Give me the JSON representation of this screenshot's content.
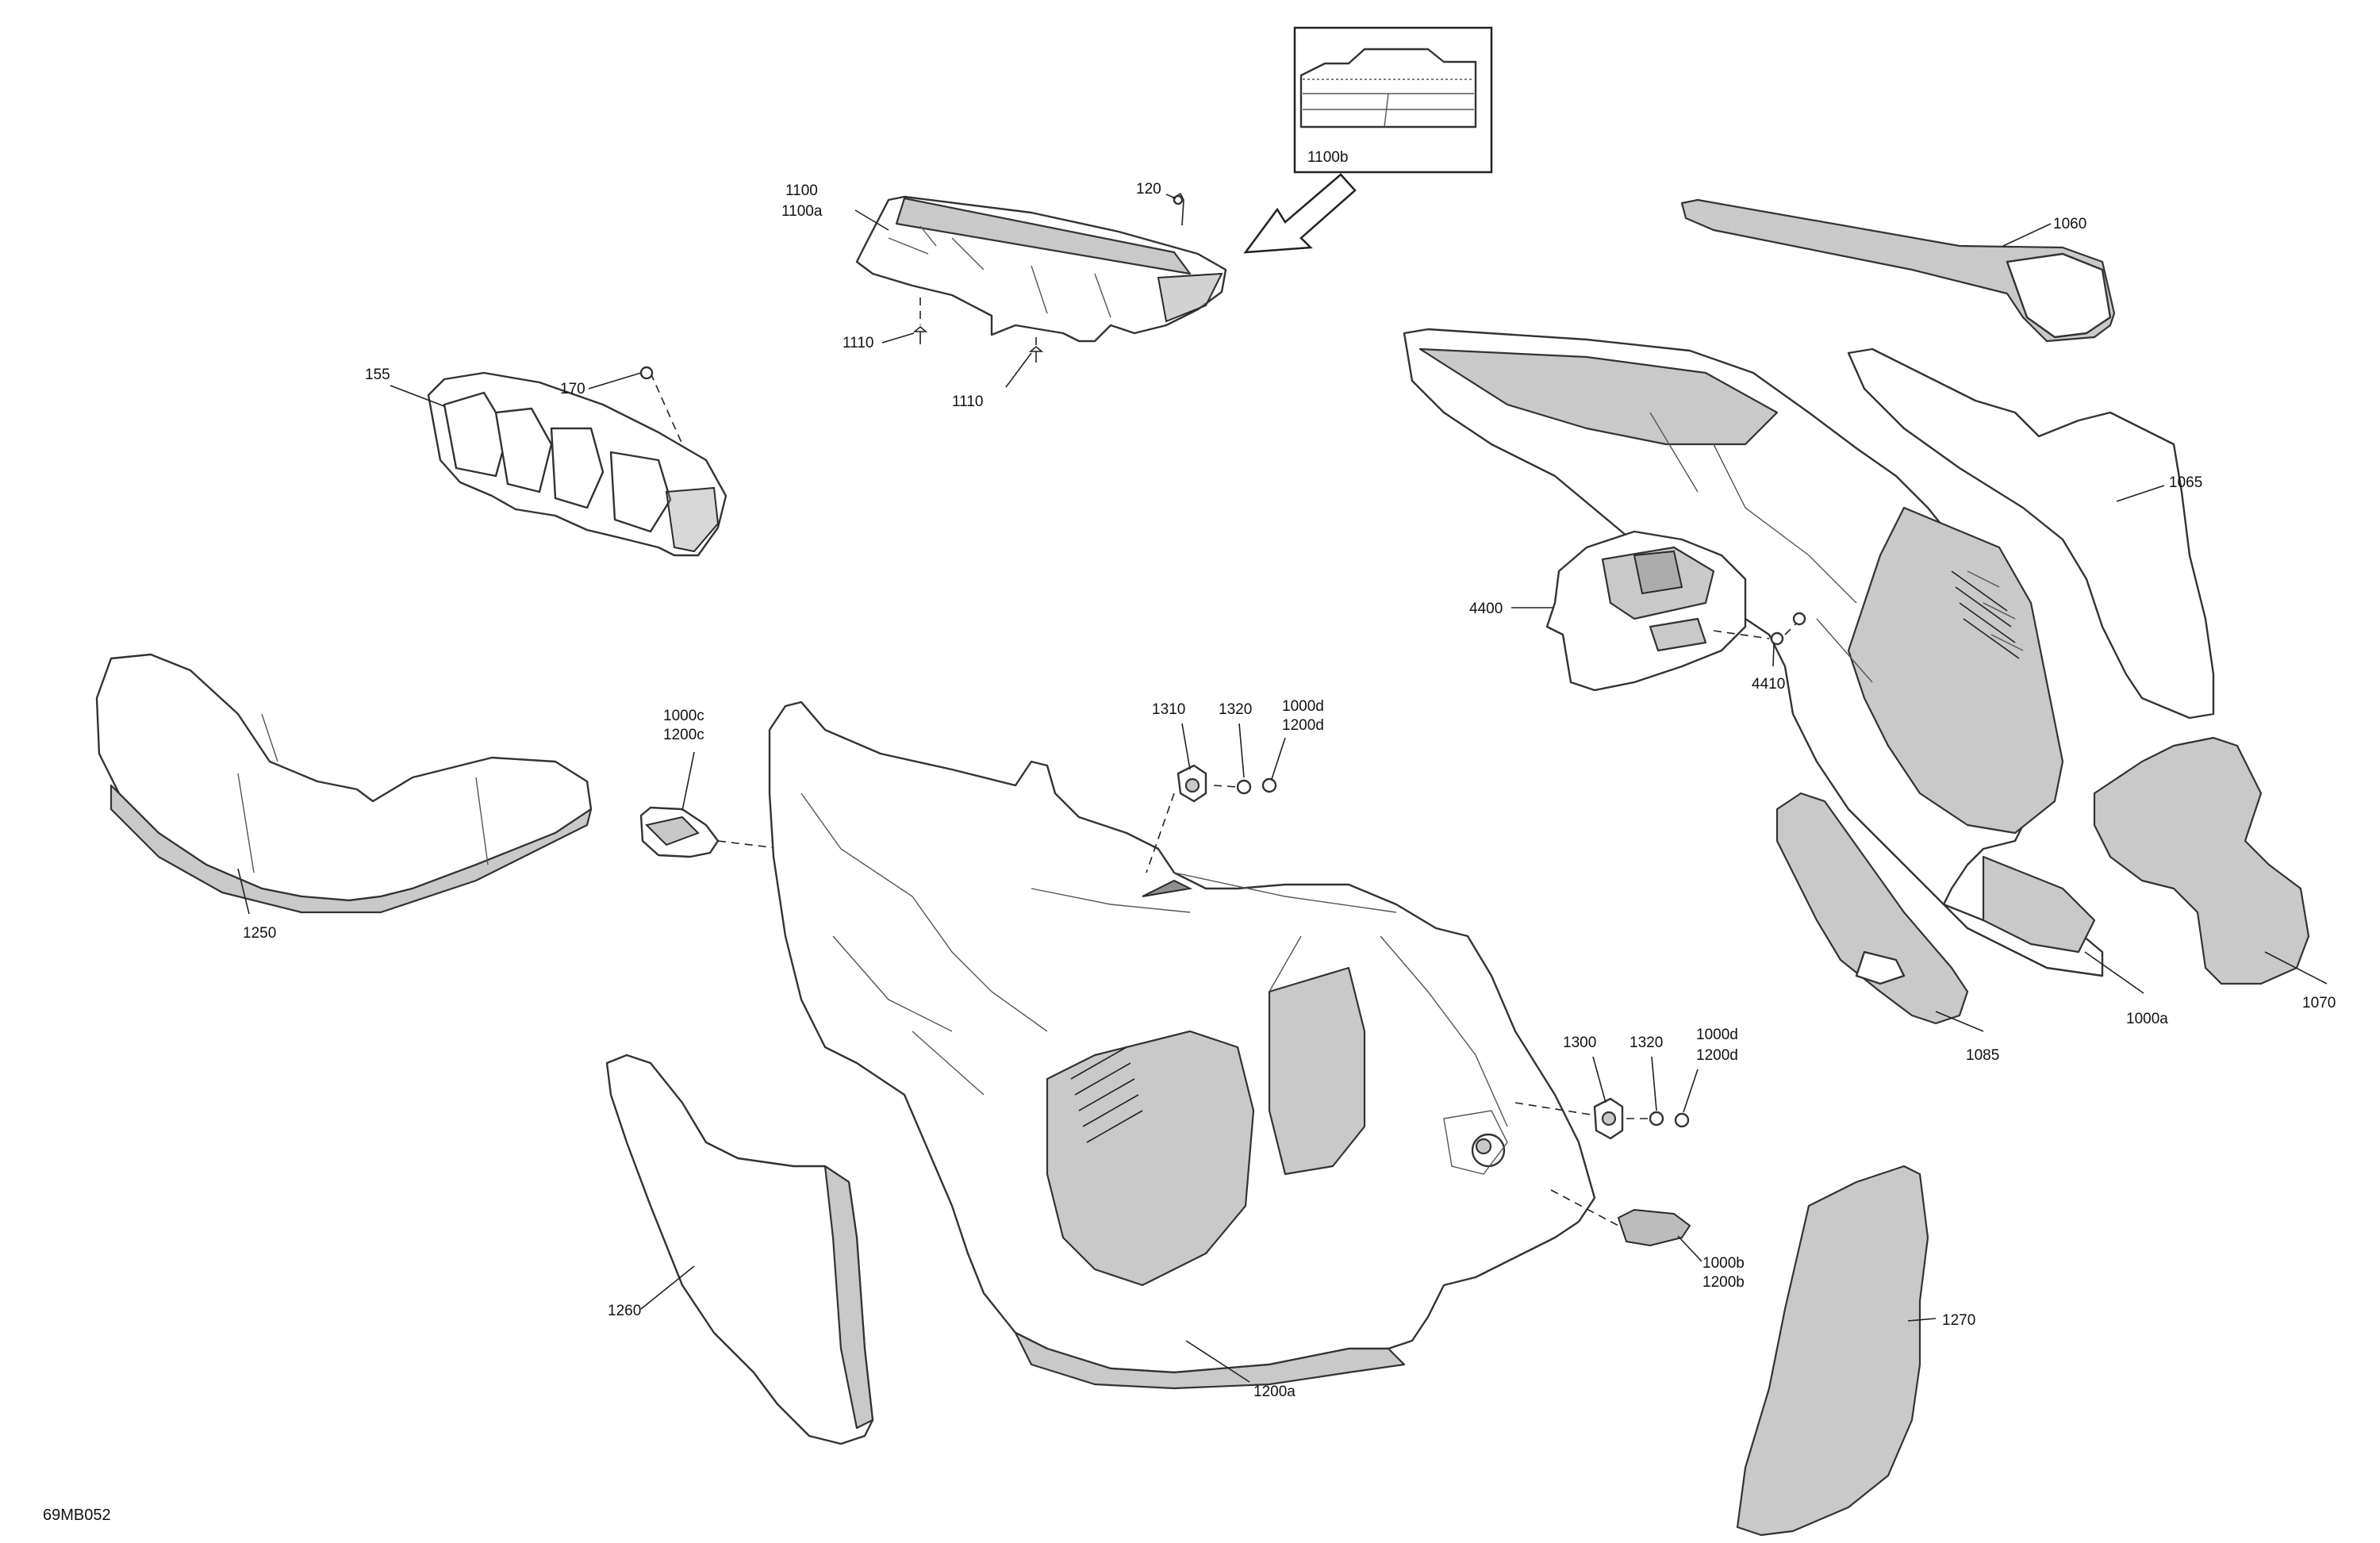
{
  "diagram_id": "69MB052",
  "inset_label": "1100b",
  "callouts": {
    "c1100": "1100",
    "c1100a": "1100a",
    "c120": "120",
    "c1110a": "1110",
    "c1110b": "1110",
    "c155": "155",
    "c170": "170",
    "c1060": "1060",
    "c1065": "1065",
    "c4400": "4400",
    "c4410": "4410",
    "c1250": "1250",
    "c1000c": "1000c",
    "c1200c": "1200c",
    "c1310": "1310",
    "c1320a": "1320",
    "c1000d_a": "1000d",
    "c1200d_a": "1200d",
    "c1300": "1300",
    "c1320b": "1320",
    "c1000d_b": "1000d",
    "c1200d_b": "1200d",
    "c1000b": "1000b",
    "c1200b": "1200b",
    "c1000a": "1000a",
    "c1070": "1070",
    "c1085": "1085",
    "c1260": "1260",
    "c1270": "1270",
    "c1200a": "1200a"
  }
}
